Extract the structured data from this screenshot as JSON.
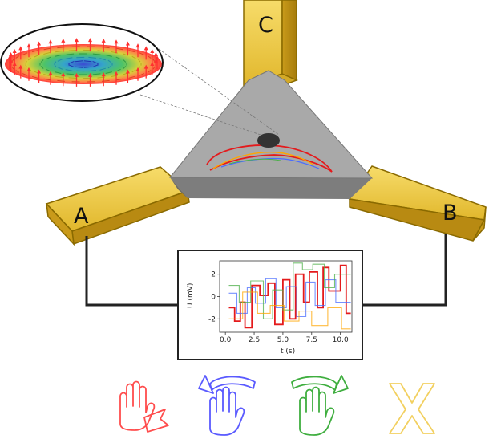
{
  "electrodes": {
    "a": {
      "label": "A"
    },
    "b": {
      "label": "B"
    },
    "c": {
      "label": "C"
    }
  },
  "inset_chart": {
    "xlabel": "t (s)",
    "ylabel": "U (mV)",
    "x_ticks": [
      "0.0",
      "2.5",
      "5.0",
      "7.5",
      "10.0"
    ],
    "y_ticks": [
      "2",
      "0",
      "-2"
    ]
  },
  "gestures": [
    {
      "name": "hand-push-down-icon",
      "color": "#ff4d4d"
    },
    {
      "name": "hand-rotate-left-icon",
      "color": "#5a5aff"
    },
    {
      "name": "hand-rotate-right-icon",
      "color": "#3fae3f"
    },
    {
      "name": "cross-icon",
      "color": "#f2d060"
    }
  ],
  "chart_data": {
    "type": "line",
    "xlabel": "t (s)",
    "ylabel": "U (mV)",
    "xlim": [
      -0.5,
      11
    ],
    "ylim": [
      -3.2,
      3.2
    ],
    "grid": false,
    "series": [
      {
        "color": "#e41a1c",
        "x": [
          0.3,
          0.8,
          0.8,
          1.3,
          1.3,
          1.7,
          1.7,
          2.3,
          2.3,
          3.0,
          3.0,
          3.7,
          3.7,
          4.3,
          4.3,
          5.0,
          5.0,
          5.6,
          5.6,
          6.1,
          6.1,
          6.8,
          6.8,
          7.3,
          7.3,
          8.0,
          8.0,
          8.5,
          8.5,
          9.0,
          9.0,
          10.0,
          10.0,
          10.5,
          10.5,
          10.9
        ],
        "y": [
          -1.0,
          -1.0,
          -2.2,
          -2.2,
          -0.5,
          -0.5,
          -2.8,
          -2.8,
          1.0,
          1.0,
          0.1,
          0.1,
          1.2,
          1.2,
          -2.5,
          -2.5,
          1.5,
          1.5,
          -2.0,
          -2.0,
          2.0,
          2.0,
          -0.5,
          -0.5,
          2.2,
          2.2,
          -1.0,
          -1.0,
          2.6,
          2.6,
          0.5,
          0.5,
          2.8,
          2.8,
          -1.5,
          -1.5
        ]
      },
      {
        "color": "#4a6cff",
        "x": [
          0.3,
          1.0,
          1.0,
          1.9,
          1.9,
          2.6,
          2.6,
          3.5,
          3.5,
          4.4,
          4.4,
          5.3,
          5.3,
          6.2,
          6.2,
          7.0,
          7.0,
          7.8,
          7.8,
          8.7,
          8.7,
          9.6,
          9.6,
          10.9
        ],
        "y": [
          0.3,
          0.3,
          -1.5,
          -1.5,
          0.8,
          0.8,
          -0.6,
          -0.6,
          1.6,
          1.6,
          -1.0,
          -1.0,
          0.9,
          0.9,
          -1.8,
          -1.8,
          1.3,
          1.3,
          -0.8,
          -0.8,
          1.5,
          1.5,
          -0.5,
          -0.5
        ]
      },
      {
        "color": "#4daf4a",
        "x": [
          0.3,
          1.2,
          1.2,
          2.2,
          2.2,
          3.3,
          3.3,
          4.1,
          4.1,
          5.0,
          5.0,
          5.9,
          5.9,
          6.7,
          6.7,
          7.6,
          7.6,
          8.6,
          8.6,
          9.5,
          9.5,
          10.9
        ],
        "y": [
          1.0,
          1.0,
          -0.5,
          -0.5,
          1.4,
          1.4,
          -2.0,
          -2.0,
          0.6,
          0.6,
          -1.2,
          -1.2,
          3.0,
          3.0,
          2.4,
          2.4,
          2.9,
          2.9,
          0.8,
          0.8,
          2.0,
          2.0
        ]
      },
      {
        "color": "#ffa500",
        "x": [
          0.3,
          1.5,
          1.5,
          2.8,
          2.8,
          3.9,
          3.9,
          5.1,
          5.1,
          6.4,
          6.4,
          7.5,
          7.5,
          8.9,
          8.9,
          10.1,
          10.1,
          10.9
        ],
        "y": [
          -2.0,
          -2.0,
          0.4,
          0.4,
          -1.5,
          -1.5,
          -0.8,
          -0.8,
          -2.2,
          -2.2,
          -1.3,
          -1.3,
          -2.6,
          -2.6,
          -1.0,
          -1.0,
          -2.9,
          -2.9
        ]
      }
    ]
  }
}
